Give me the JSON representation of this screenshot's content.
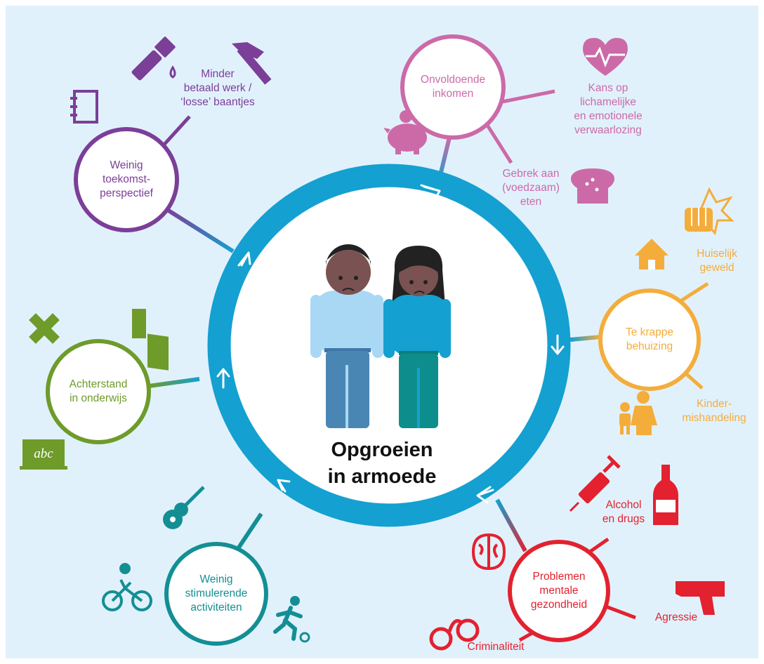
{
  "center": {
    "title": "Opgroeien\nin armoede"
  },
  "nodes": {
    "inkomen": {
      "label": "Onvoldoende\ninkomen",
      "color": "#cc6aa8"
    },
    "behuizing": {
      "label": "Te krappe\nbehuizing",
      "color": "#f4ad3b"
    },
    "mentaal": {
      "label": "Problemen\nmentale\ngezondheid",
      "color": "#e3212f"
    },
    "activiteiten": {
      "label": "Weinig\nstimulerende\nactiviteiten",
      "color": "#138f94"
    },
    "onderwijs": {
      "label": "Achterstand\nin onderwijs",
      "color": "#6e9b2a"
    },
    "perspectief": {
      "label": "Weinig\ntoekomst-\nperspectief",
      "color": "#7b3f98"
    }
  },
  "labels": {
    "verwaarlozing": "Kans op\nlichamelijke\nen emotionele\nverwaarlozing",
    "eten": "Gebrek aan\n(voedzaam)\neten",
    "geweld": "Huiselijk\ngeweld",
    "mishandeling": "Kinder-\nmishandeling",
    "drugs": "Alcohol\nen drugs",
    "agressie": "Agressie",
    "criminaliteit": "Criminaliteit",
    "werk": "Minder\nbetaald werk /\n‘losse’ baantjes"
  },
  "icons": [
    "heart-pulse-icon",
    "piggy-bank-icon",
    "bread-icon",
    "fist-icon",
    "house-icon",
    "parent-child-icon",
    "syringe-icon",
    "bottle-icon",
    "brain-icon",
    "gun-icon",
    "handcuffs-icon",
    "guitar-icon",
    "cyclist-icon",
    "runner-icon",
    "ruler-pencil-icon",
    "books-icon",
    "chalkboard-icon",
    "notebook-icon",
    "paint-brush-icon",
    "hammer-icon"
  ],
  "colors": {
    "ring": "#14a0d0",
    "background": "#e1f1fc",
    "shirt_left": "#a9d8f4",
    "shirt_right": "#14a0d0",
    "pants_left": "#4a86b4",
    "pants_right": "#0d8e8c",
    "skin": "#7a5252"
  }
}
